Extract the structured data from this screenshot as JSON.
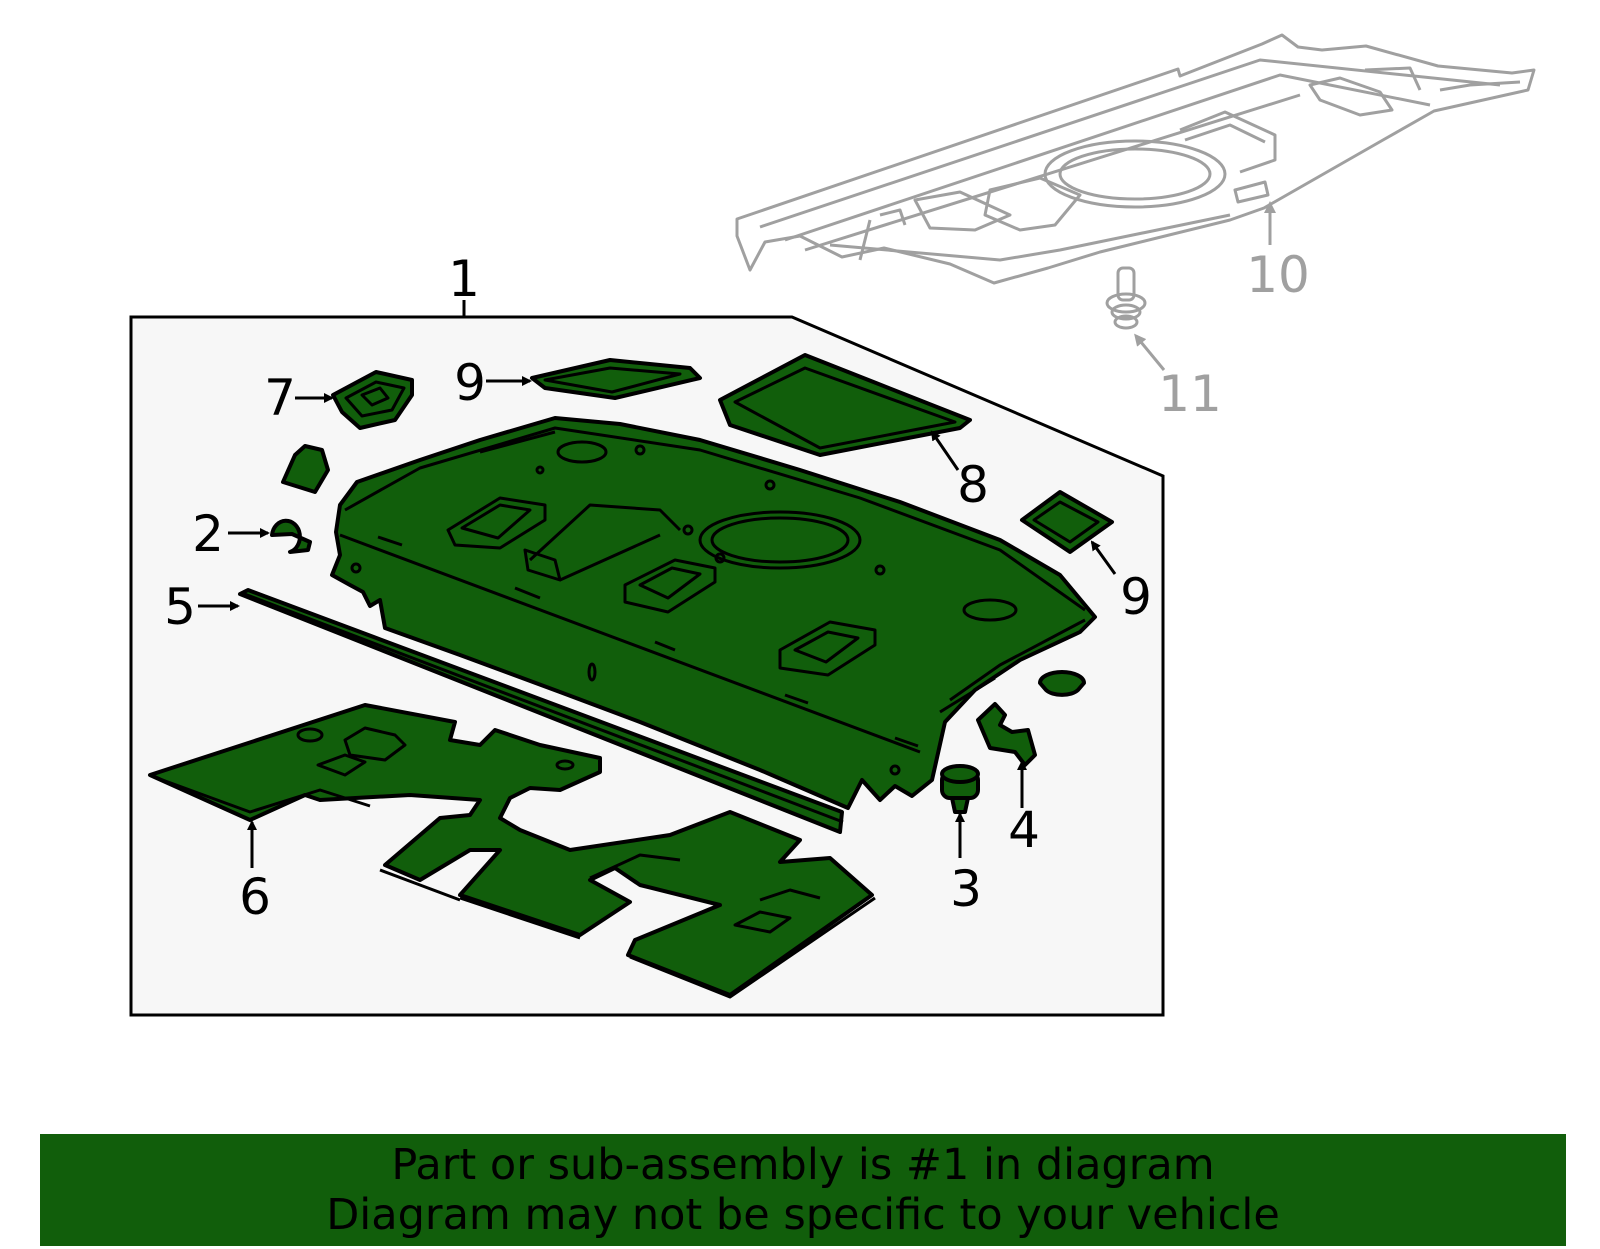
{
  "colors": {
    "part_fill": "#115e0b",
    "outline": "#000000",
    "ghost": "#a0a0a0",
    "box_bg": "#f7f7f7",
    "banner_bg": "#115e0b",
    "banner_text": "#000000"
  },
  "callouts": {
    "c1": "1",
    "c2": "2",
    "c3": "3",
    "c4": "4",
    "c5": "5",
    "c6": "6",
    "c7": "7",
    "c8": "8",
    "c9a": "9",
    "c9b": "9",
    "c10": "10",
    "c11": "11"
  },
  "banner": {
    "line1": "Part or sub-assembly is #1 in diagram",
    "line2": "Diagram may not be specific to your vehicle"
  }
}
